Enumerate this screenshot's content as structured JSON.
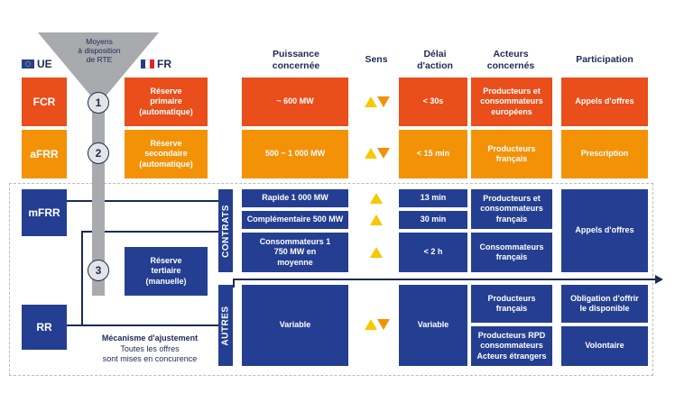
{
  "funnel": {
    "label_line1": "Moyens",
    "label_line2": "à disposition",
    "label_line3": "de RTE"
  },
  "flags": {
    "eu_label": "UE",
    "fr_label": "FR"
  },
  "headers": {
    "puissance": "Puissance concernée",
    "sens": "Sens",
    "delai": "Délai d'action",
    "acteurs": "Acteurs concernés",
    "participation": "Participation"
  },
  "steps": [
    "1",
    "2",
    "3"
  ],
  "products": {
    "fcr": "FCR",
    "afrr": "aFRR",
    "mfrr": "mFRR",
    "rr": "RR"
  },
  "reserves": {
    "primaire": "Réserve primaire (automatique)",
    "secondaire": "Réserve secondaire (automatique)",
    "tertiaire": "Réserve tertiaire (manuelle)"
  },
  "groups": {
    "contrats": "CONTRATS",
    "autres": "AUTRES"
  },
  "rows": {
    "fcr": {
      "puissance": "~ 600 MW",
      "delai": "< 30s",
      "acteurs": "Producteurs et consommateurs européens",
      "participation": "Appels d'offres"
    },
    "afrr": {
      "puissance": "500 ~ 1 000 MW",
      "delai": "< 15 min",
      "acteurs": "Producteurs français",
      "participation": "Prescription"
    },
    "rapide": {
      "puissance": "Rapide 1 000 MW",
      "delai": "13 min",
      "acteurs": "Producteurs et consommateurs français"
    },
    "complementaire": {
      "puissance": "Complémentaire 500 MW",
      "delai": "30 min"
    },
    "consommateurs": {
      "puissance": "Consommateurs 1 750 MW en moyenne",
      "delai": "< 2 h",
      "acteurs": "Consommateurs français"
    },
    "mfrr_participation": "Appels d'offres",
    "autres": {
      "puissance": "Variable",
      "delai": "Variable",
      "acteurs1": "Producteurs français",
      "acteurs2": "Producteurs RPD consommateurs Acteurs étrangers",
      "participation1": "Obligation d'offrir le disponible",
      "participation2": "Volontaire"
    }
  },
  "mecanisme": {
    "title": "Mécanisme d'ajustement",
    "line1": "Toutes les offres",
    "line2": "sont mises en concurence"
  },
  "colors": {
    "orange": "#e94e1b",
    "amber": "#f39207",
    "blue": "#243f91",
    "yellow": "#f6c800",
    "grey": "#a8aaad"
  }
}
